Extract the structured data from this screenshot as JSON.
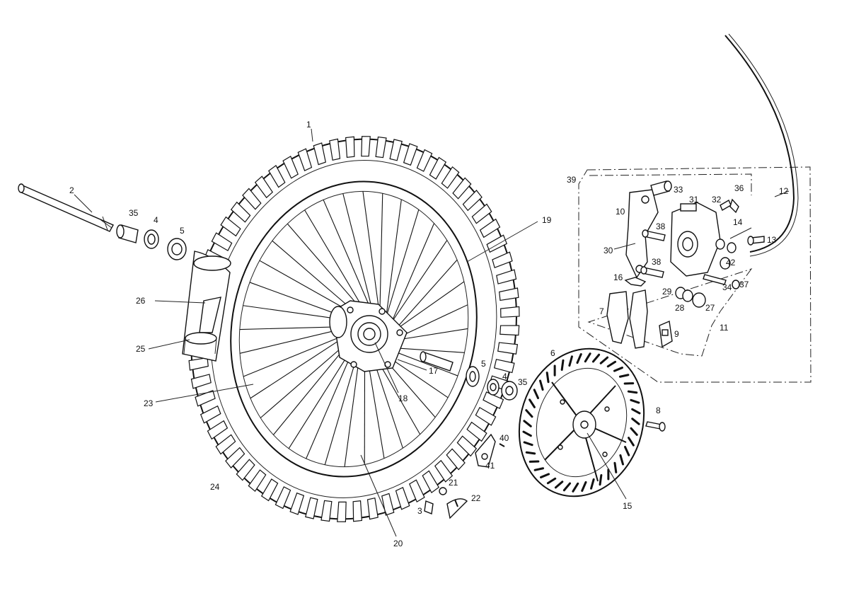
{
  "diagram": {
    "callouts": [
      {
        "id": "c1",
        "text": "1"
      },
      {
        "id": "c2",
        "text": "2"
      },
      {
        "id": "c35a",
        "text": "35"
      },
      {
        "id": "c4a",
        "text": "4"
      },
      {
        "id": "c5a",
        "text": "5"
      },
      {
        "id": "c26",
        "text": "26"
      },
      {
        "id": "c25",
        "text": "25"
      },
      {
        "id": "c23",
        "text": "23"
      },
      {
        "id": "c24",
        "text": "24"
      },
      {
        "id": "c19",
        "text": "19"
      },
      {
        "id": "c17",
        "text": "17"
      },
      {
        "id": "c18",
        "text": "18"
      },
      {
        "id": "c20",
        "text": "20"
      },
      {
        "id": "c5b",
        "text": "5"
      },
      {
        "id": "c4b",
        "text": "4"
      },
      {
        "id": "c35b",
        "text": "35"
      },
      {
        "id": "c6",
        "text": "6"
      },
      {
        "id": "c8",
        "text": "8"
      },
      {
        "id": "c15",
        "text": "15"
      },
      {
        "id": "c40",
        "text": "40"
      },
      {
        "id": "c41",
        "text": "41"
      },
      {
        "id": "c21",
        "text": "21"
      },
      {
        "id": "c22",
        "text": "22"
      },
      {
        "id": "c3",
        "text": "3"
      },
      {
        "id": "c39",
        "text": "39"
      },
      {
        "id": "c10",
        "text": "10"
      },
      {
        "id": "c30",
        "text": "30"
      },
      {
        "id": "c33",
        "text": "33"
      },
      {
        "id": "c31",
        "text": "31"
      },
      {
        "id": "c32",
        "text": "32"
      },
      {
        "id": "c36",
        "text": "36"
      },
      {
        "id": "c12",
        "text": "12"
      },
      {
        "id": "c38a",
        "text": "38"
      },
      {
        "id": "c38b",
        "text": "38"
      },
      {
        "id": "c14",
        "text": "14"
      },
      {
        "id": "c13",
        "text": "13"
      },
      {
        "id": "c42",
        "text": "42"
      },
      {
        "id": "c16",
        "text": "16"
      },
      {
        "id": "c34",
        "text": "34"
      },
      {
        "id": "c37",
        "text": "37"
      },
      {
        "id": "c29",
        "text": "29"
      },
      {
        "id": "c28",
        "text": "28"
      },
      {
        "id": "c27",
        "text": "27"
      },
      {
        "id": "c7",
        "text": "7"
      },
      {
        "id": "c9",
        "text": "9"
      },
      {
        "id": "c11",
        "text": "11"
      }
    ]
  }
}
